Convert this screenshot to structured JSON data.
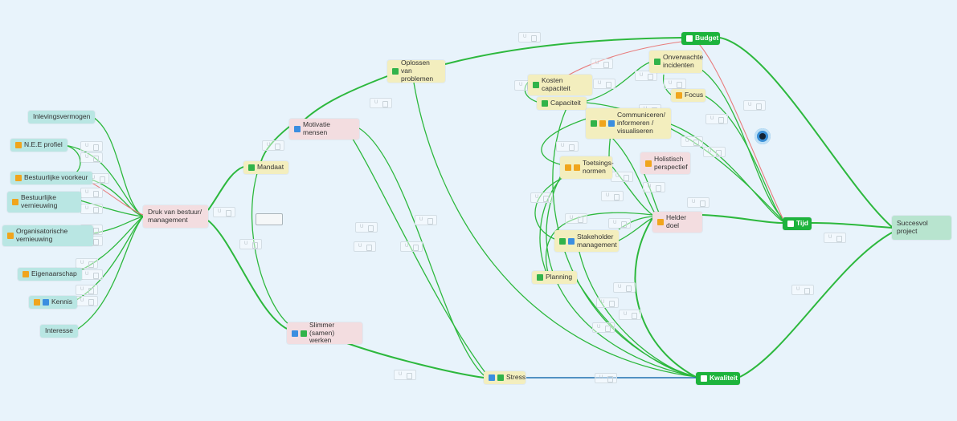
{
  "nodes": {
    "inlevingsvermogen": {
      "label": "Inlevingsvermogen"
    },
    "nee_profiel": {
      "label": "N.E.E profiel",
      "tags": [
        "orange"
      ]
    },
    "bestuurlijke_voorkeur": {
      "label": "Bestuurlijke voorkeur",
      "tags": [
        "orange"
      ]
    },
    "bestuurlijke_vernieuwing": {
      "label": "Bestuurlijke\nvernieuwing",
      "tags": [
        "orange"
      ]
    },
    "organisatorische_vernieuwing": {
      "label": "Organisatorische\nvernieuwing",
      "tags": [
        "orange"
      ]
    },
    "eigenaarschap": {
      "label": "Eigenaarschap",
      "tags": [
        "orange"
      ]
    },
    "kennis": {
      "label": "Kennis",
      "tags": [
        "orange",
        "blue"
      ]
    },
    "interesse": {
      "label": "Interesse"
    },
    "druk_van_bestuur": {
      "label": "Druk van bestuur/\nmanagement"
    },
    "motivatie_mensen": {
      "label": "Motivatie mensen",
      "tags": [
        "blue"
      ]
    },
    "mandaat": {
      "label": "Mandaat",
      "tags": [
        "green"
      ]
    },
    "slimmer_samen_werken": {
      "label": "Slimmer (samen)\nwerken",
      "tags": [
        "blue",
        "green"
      ]
    },
    "oplossen_van_problemen": {
      "label": "Oplossen van\nproblemen",
      "tags": [
        "green"
      ]
    },
    "stress": {
      "label": "Stress",
      "tags": [
        "blue",
        "green"
      ]
    },
    "budget": {
      "label": "Budget",
      "tags": [
        "white"
      ]
    },
    "kosten_capaciteit": {
      "label": "Kosten capaciteit",
      "tags": [
        "green"
      ]
    },
    "capaciteit": {
      "label": "Capaciteit",
      "tags": [
        "green"
      ]
    },
    "onverwachte_incidenten": {
      "label": "Onverwachte\nincidenten",
      "tags": [
        "green"
      ]
    },
    "focus": {
      "label": "Focus",
      "tags": [
        "orange"
      ]
    },
    "communiceren": {
      "label": "Communiceren/\ninformeren /\nvisualiseren",
      "tags": [
        "green",
        "orange",
        "blue"
      ]
    },
    "toetsingsnormen": {
      "label": "Toetsings-\nnormen",
      "tags": [
        "orange",
        "orange"
      ]
    },
    "holistisch_perspectief": {
      "label": "Holistisch\nperspectief",
      "tags": [
        "orange"
      ]
    },
    "helder_doel": {
      "label": "Helder doel",
      "tags": [
        "orange"
      ]
    },
    "stakeholder_management": {
      "label": "Stakeholder\nmanagement",
      "tags": [
        "green",
        "blue"
      ]
    },
    "planning": {
      "label": "Planning",
      "tags": [
        "green"
      ]
    },
    "tijd": {
      "label": "Tijd",
      "tags": [
        "white"
      ]
    },
    "kwaliteit": {
      "label": "Kwaliteit",
      "tags": [
        "white"
      ]
    },
    "succesvol_project": {
      "label": "Succesvol\nproject"
    }
  },
  "ghost_label": "U",
  "colors": {
    "edge_green": "#2db83d",
    "edge_red": "#e87d7d",
    "edge_blue": "#1f6fb0",
    "tag_orange": "#f0a51d",
    "tag_blue": "#3b8ee0",
    "tag_green": "#31b34a"
  }
}
